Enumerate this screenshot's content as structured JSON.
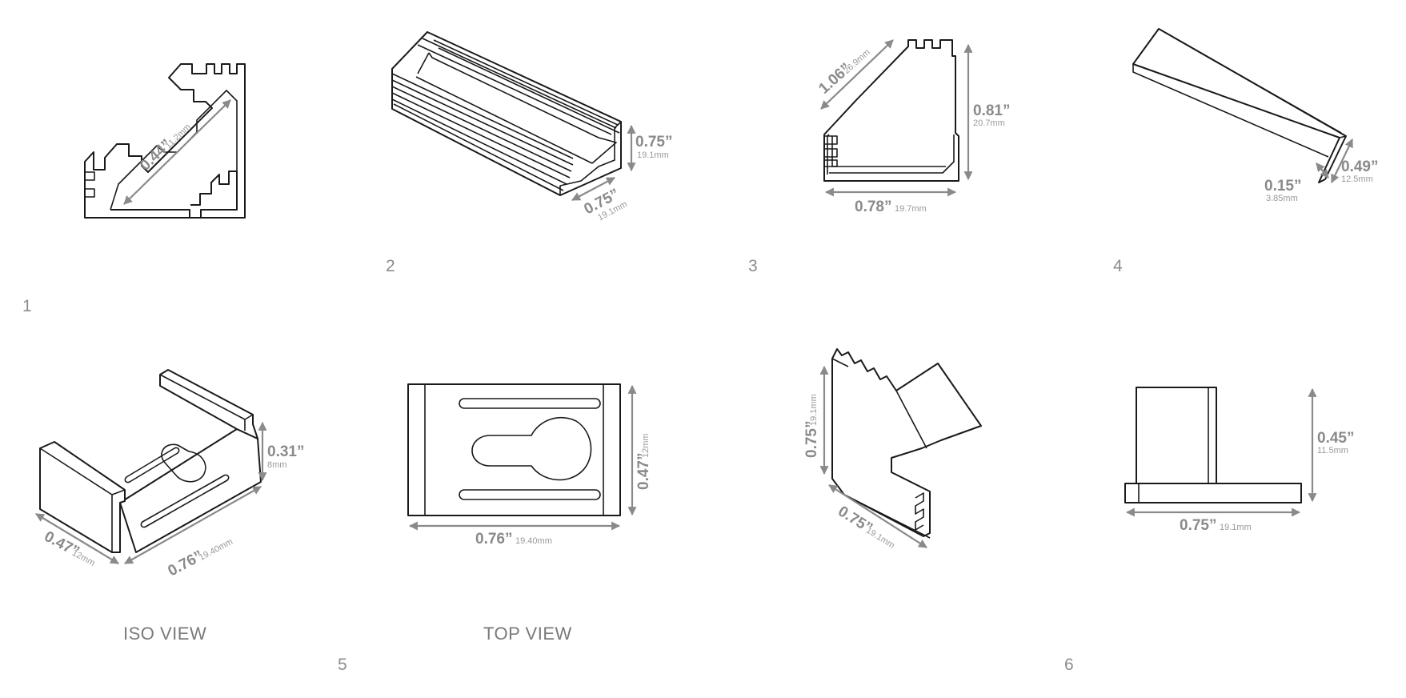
{
  "figures": [
    {
      "number": "1",
      "dims": [
        {
          "main": "0.44”",
          "metric": "11.2mm"
        }
      ]
    },
    {
      "number": "2",
      "dims": [
        {
          "main": "0.75”",
          "metric": "19.1mm"
        },
        {
          "main": "0.75”",
          "metric": "19.1mm"
        }
      ]
    },
    {
      "number": "3",
      "dims": [
        {
          "main": "1.06”",
          "metric": "26.9mm"
        },
        {
          "main": "0.81”",
          "metric": "20.7mm"
        },
        {
          "main": "0.78”",
          "metric": "19.7mm"
        }
      ]
    },
    {
      "number": "4",
      "dims": [
        {
          "main": "0.15”",
          "metric": "3.85mm"
        },
        {
          "main": "0.49”",
          "metric": "12.5mm"
        }
      ]
    },
    {
      "number": "5",
      "views": [
        "ISO VIEW",
        "TOP VIEW"
      ],
      "iso_dims": [
        {
          "main": "0.31”",
          "metric": "8mm"
        },
        {
          "main": "0.47”",
          "metric": "12mm"
        },
        {
          "main": "0.76”",
          "metric": "19.40mm"
        }
      ],
      "top_dims": [
        {
          "main": "0.47”",
          "metric": "12mm"
        },
        {
          "main": "0.76”",
          "metric": "19.40mm"
        }
      ]
    },
    {
      "number": "6",
      "iso_dims": [
        {
          "main": "0.75”",
          "metric": "19.1mm"
        },
        {
          "main": "0.75”",
          "metric": "19.1mm"
        }
      ],
      "side_dims": [
        {
          "main": "0.45”",
          "metric": "11.5mm"
        },
        {
          "main": "0.75”",
          "metric": "19.1mm"
        }
      ]
    }
  ],
  "colors": {
    "line": "#1a1a1a",
    "dimension": "#8a8a8a",
    "label": "#8c8c8c"
  }
}
